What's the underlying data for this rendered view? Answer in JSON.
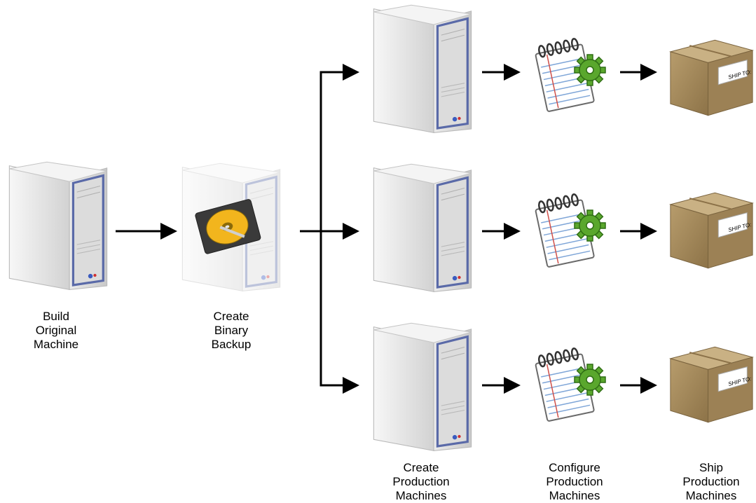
{
  "steps": {
    "build": {
      "lines": [
        "Build",
        "Original",
        "Machine"
      ]
    },
    "backup": {
      "lines": [
        "Create",
        "Binary",
        "Backup"
      ]
    },
    "create_production": {
      "lines": [
        "Create",
        "Production",
        "Machines"
      ]
    },
    "configure": {
      "lines": [
        "Configure",
        "Production",
        "Machines"
      ]
    },
    "ship": {
      "lines": [
        "Ship",
        "Production",
        "Machines"
      ]
    }
  },
  "box_label": "SHIP TO:",
  "colors": {
    "arrow": "#000000",
    "server_body": "#e6e6e6",
    "server_edge": "#5a6aa8",
    "disk_gold": "#f2b51d",
    "gear_green": "#5aa72d",
    "box_brown": "#a3875b",
    "notepad_line": "#7fa6d8"
  },
  "icons": [
    "server-icon",
    "hard-disk-icon",
    "notepad-icon",
    "gear-icon",
    "shipping-box-icon"
  ]
}
